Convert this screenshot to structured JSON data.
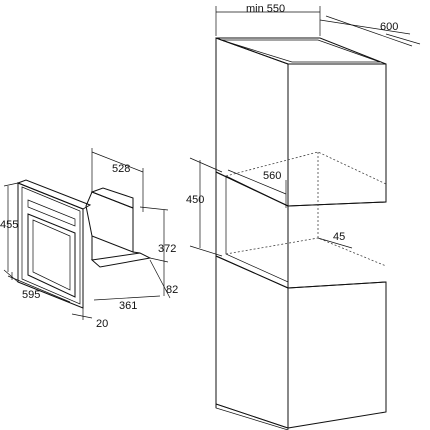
{
  "diagram": {
    "appliance_dimensions": {
      "width": "595",
      "height": "455",
      "depth": "528",
      "body_height": "372",
      "bottom_offset": "82",
      "body_depth": "361",
      "front_thickness": "20"
    },
    "cabinet_dimensions": {
      "min_width": "min 550",
      "depth": "600",
      "niche_width": "560",
      "niche_height": "450",
      "vent_gap": "45"
    }
  }
}
